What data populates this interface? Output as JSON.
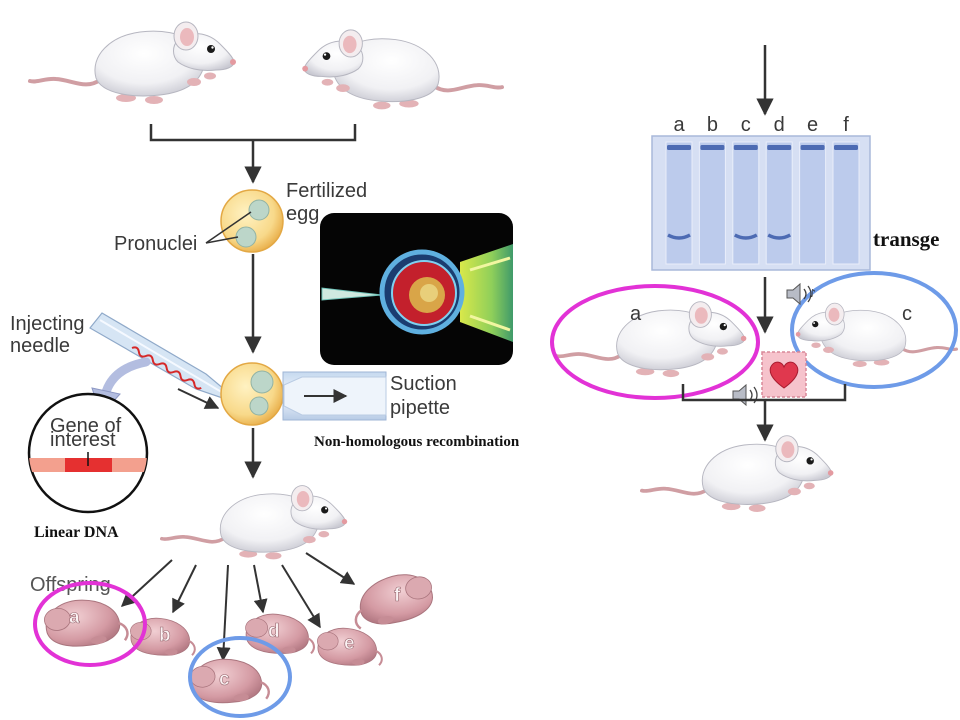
{
  "labels": {
    "fertilized": "Fertilized",
    "egg": "egg",
    "pronuclei": "Pronuclei",
    "injecting": "Injecting",
    "needle": "needle",
    "gene_of": "Gene of",
    "interest": "interest",
    "suction": "Suction",
    "pipette": "pipette",
    "non_homologous": "Non-homologous recombination",
    "linear_dna": "Linear DNA",
    "offspring": "Offspring",
    "transgenic_cut": "transge"
  },
  "offspring": [
    "a",
    "b",
    "c",
    "d",
    "e",
    "f"
  ],
  "gel": {
    "lanes": [
      "a",
      "b",
      "c",
      "d",
      "e",
      "f"
    ],
    "band_present": [
      true,
      false,
      true,
      true,
      false,
      false
    ]
  },
  "selected_parents": [
    "a",
    "c"
  ],
  "icons": [
    "speaker-icon",
    "heart-icon"
  ],
  "colors": {
    "highlight_a": "#e232d6",
    "highlight_c": "#6e9be8",
    "gel": "#d6dff3",
    "gel_lane": "#bccbec",
    "band": "#4d6bb3",
    "egg": "#f8d98a",
    "gene_band": "#f3a08e",
    "gene_insert": "#e53030"
  }
}
